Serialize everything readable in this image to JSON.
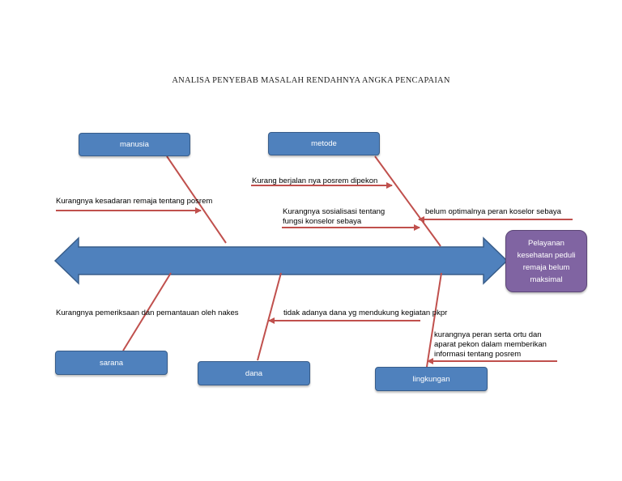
{
  "title": "ANALISA  PENYEBAB  MASALAH  RENDAHNYA  ANGKA PENCAPAIAN",
  "effect": "Pelayanan kesehatan peduli remaja belum maksimal",
  "categories": {
    "manusia": "manusia",
    "metode": "metode",
    "sarana": "sarana",
    "dana": "dana",
    "lingkungan": "lingkungan"
  },
  "causes": {
    "manusia_1": "Kurangnya kesadaran remaja tentang posrem",
    "metode_1": "Kurang berjalan nya posrem dipekon",
    "metode_2": "Kurangnya sosialisasi tentang\nfungsi konselor sebaya",
    "metode_3": "belum optimalnya peran koselor sebaya",
    "sarana_1": "Kurangnya pemeriksaan dan pemantauan oleh nakes",
    "dana_1": "tidak adanya dana yg mendukung kegiatan pkpr",
    "lingkungan_1": "kurangnya peran serta ortu dan\naparat pekon dalam memberikan\ninformasi tentang posrem"
  },
  "colors": {
    "spine": "#4f81bd",
    "bones": "#c0504d",
    "category_box": "#4f81bd",
    "effect_box": "#8064a2"
  }
}
